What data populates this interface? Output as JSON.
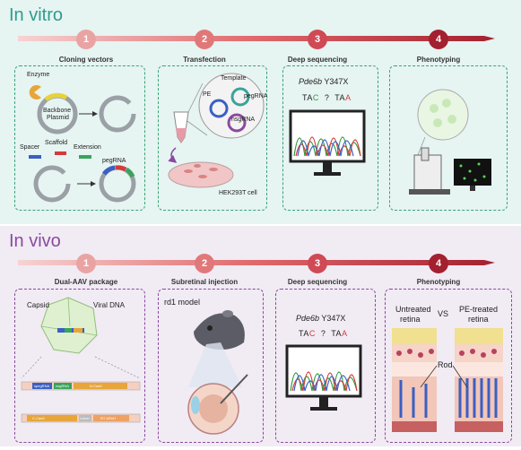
{
  "in_vitro": {
    "title": "In vitro",
    "steps": [
      {
        "number": "1",
        "label": "Cloning vectors"
      },
      {
        "number": "2",
        "label": "Transfection"
      },
      {
        "number": "3",
        "label": "Deep sequencing"
      },
      {
        "number": "4",
        "label": "Phenotyping"
      }
    ],
    "cloning": {
      "enzyme": "Enzyme",
      "backbone": "Backbone",
      "plasmid": "Plasmid",
      "spacer": "Spacer",
      "scaffold": "Scaffold",
      "extension": "Extension",
      "pegrna": "pegRNA"
    },
    "transfection": {
      "template": "Template",
      "pe": "PE",
      "pegrna": "pegRNA",
      "nsgrna": "nsgRNA",
      "cell": "HEK293T cell"
    },
    "sequencing": {
      "gene": "Pde6b",
      "mutation": "Y347X",
      "codon_a_prefix": "TA",
      "codon_a_highlight": "C",
      "question": "?",
      "codon_b_prefix": "TA",
      "codon_b_highlight": "A"
    }
  },
  "in_vivo": {
    "title": "In vivo",
    "steps": [
      {
        "number": "1",
        "label": "Dual-AAV package"
      },
      {
        "number": "2",
        "label": "Subretinal injection"
      },
      {
        "number": "3",
        "label": "Deep sequencing"
      },
      {
        "number": "4",
        "label": "Phenotyping"
      }
    ],
    "aav": {
      "capsid": "Capsid",
      "viral_dna": "Viral DNA",
      "strip1": [
        "spegRNA",
        "nsgRNA",
        "N-Cas9"
      ],
      "strip2": [
        "C-Cas9",
        "Linker",
        "RT ΔRnH"
      ]
    },
    "injection": {
      "model": "rd1 model"
    },
    "sequencing": {
      "gene": "Pde6b",
      "mutation": "Y347X",
      "codon_a_prefix": "TA",
      "codon_a_highlight": "C",
      "question": "?",
      "codon_b_prefix": "TA",
      "codon_b_highlight": "A"
    },
    "phenotyping": {
      "untreated": "Untreated",
      "retina": "retina",
      "vs": "VS",
      "treated": "PE-treated",
      "rod": "Rod"
    }
  },
  "colors": {
    "vitro_accent": "#2f9c8d",
    "vivo_accent": "#8a4a9d",
    "step_red": "#d9534f",
    "step_dark": "#9b2030"
  }
}
